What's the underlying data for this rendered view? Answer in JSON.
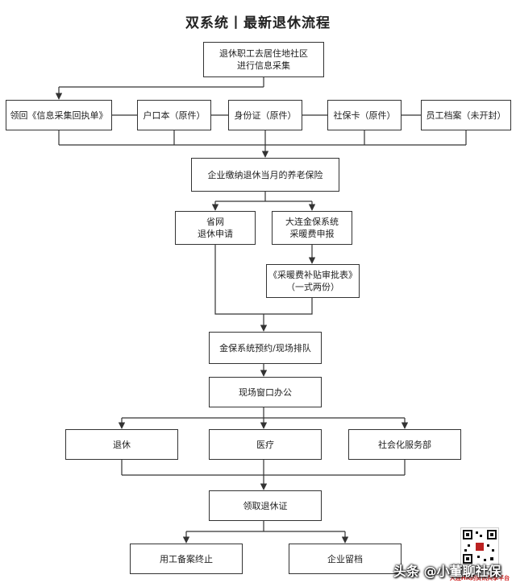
{
  "title": "双系统丨最新退休流程",
  "nodes": {
    "collect": "退休职工去居住地社区\n进行信息采集",
    "receipt": "领回《信息采集回执单》",
    "hukou": "户口本（原件）",
    "idcard": "身份证（原件）",
    "sscard": "社保卡（原件）",
    "archive": "员工档案（未开封）",
    "pension": "企业缴纳退休当月的养老保险",
    "province": "省网\n退休申请",
    "dalian": "大连金保系统\n采暖费申报",
    "heating_form": "《采暖费补贴审批表》\n（一式两份）",
    "appointment": "金保系统预约/现场排队",
    "window": "现场窗口办公",
    "retire": "退休",
    "medical": "医疗",
    "social": "社会化服务部",
    "certificate": "领取退休证",
    "terminate": "用工备案终止",
    "keep": "企业留档"
  },
  "watermark": "头条 @小董聊社保",
  "qr_caption": "大连HR的资讯共享平台"
}
